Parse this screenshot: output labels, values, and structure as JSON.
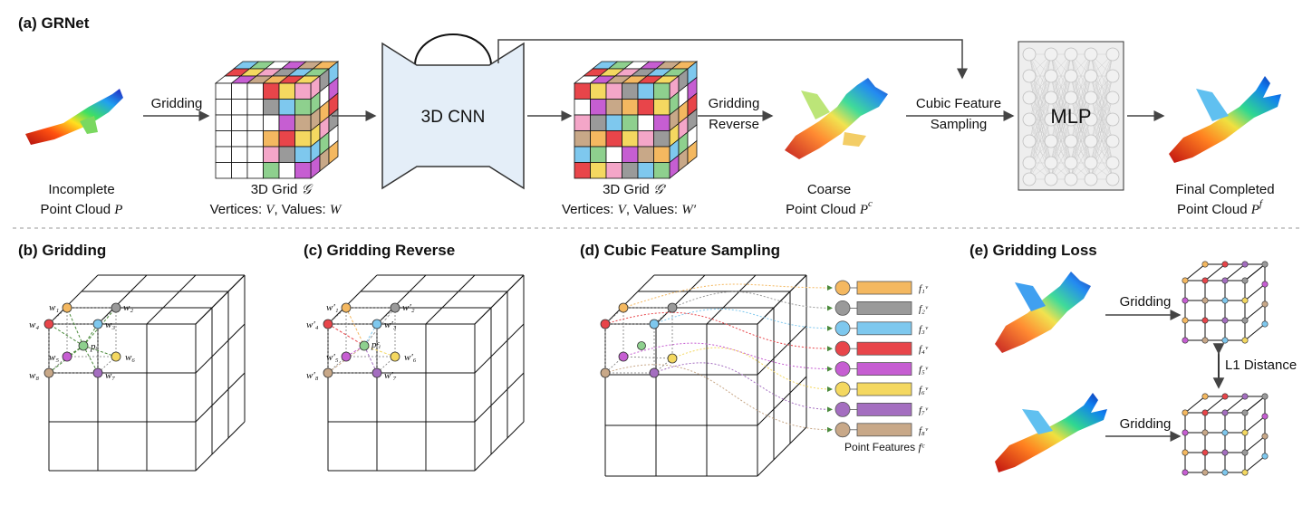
{
  "panels": {
    "a_title": "(a) GRNet",
    "b_title": "(b) Gridding",
    "c_title": "(c) Gridding Reverse",
    "d_title": "(d) Cubic Feature Sampling",
    "e_title": "(e) Gridding Loss"
  },
  "pipeline": {
    "input_label_1": "Incomplete",
    "input_label_2": "Point Cloud",
    "input_sym": "P",
    "gridding_label": "Gridding",
    "grid1_label_1": "3D Grid",
    "grid1_sym": "𝒢",
    "grid1_label_2": "Vertices:",
    "grid1_v": "V",
    "grid1_values": ", Values:",
    "grid1_w": "W",
    "cnn_label": "3D CNN",
    "grid2_label_1": "3D Grid",
    "grid2_sym": "𝒢′",
    "grid2_label_2": "Vertices:",
    "grid2_v": "V",
    "grid2_values": ", Values:",
    "grid2_w": "W′",
    "reverse_label_1": "Gridding",
    "reverse_label_2": "Reverse",
    "coarse_label_1": "Coarse",
    "coarse_label_2": "Point Cloud",
    "coarse_sym": "P",
    "coarse_sup": "c",
    "cfs_label_1": "Cubic Feature",
    "cfs_label_2": "Sampling",
    "mlp_label": "MLP",
    "final_label_1": "Final Completed",
    "final_label_2": "Point Cloud",
    "final_sym": "P",
    "final_sup": "f"
  },
  "gridding": {
    "weights": [
      "w₁",
      "w₂",
      "w₃",
      "w₄",
      "w₅",
      "w₆",
      "w₇",
      "w₈"
    ],
    "point": "pᵢ"
  },
  "reverse": {
    "weights": [
      "w′₁",
      "w′₂",
      "w′₃",
      "w′₄",
      "w′₅",
      "w′₆",
      "w′₇",
      "w′₈"
    ],
    "point": "pᶜᵢ"
  },
  "sampling": {
    "features": [
      "f₁ᵛ",
      "f₂ᵛ",
      "f₃ᵛ",
      "f₄ᵛ",
      "f₅ᵛ",
      "f₆ᵛ",
      "f₇ᵛ",
      "f₈ᵛ"
    ],
    "features_label": "Point Features",
    "features_sym": "fᶜ"
  },
  "loss": {
    "gridding_top": "Gridding",
    "gridding_bottom": "Gridding",
    "distance_label": "L1 Distance"
  },
  "colors": {
    "v1": "#f4b860",
    "v2": "#9a9a9a",
    "v3": "#7ec8ee",
    "v4": "#e8454a",
    "v5": "#c65ed2",
    "v6": "#f4d860",
    "v7": "#a46ec0",
    "v8": "#c8a888",
    "cnn_fill": "#e4eef8",
    "mlp_fill": "#eeeeee"
  }
}
